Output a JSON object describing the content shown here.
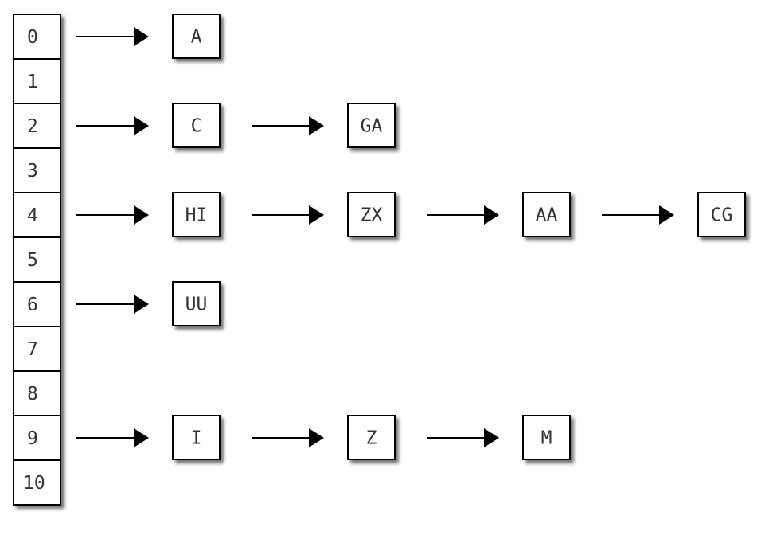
{
  "table": {
    "slots": [
      "0",
      "1",
      "2",
      "3",
      "4",
      "5",
      "6",
      "7",
      "8",
      "9",
      "10"
    ]
  },
  "chains": [
    {
      "slot": 0,
      "nodes": [
        "A"
      ]
    },
    {
      "slot": 2,
      "nodes": [
        "C",
        "GA"
      ]
    },
    {
      "slot": 4,
      "nodes": [
        "HI",
        "ZX",
        "AA",
        "CG"
      ]
    },
    {
      "slot": 6,
      "nodes": [
        "UU"
      ]
    },
    {
      "slot": 9,
      "nodes": [
        "I",
        "Z",
        "M"
      ]
    }
  ],
  "colors": {
    "border": "#000000",
    "fill": "#ffffff",
    "shadow": "#9a9a9a",
    "text": "#333333",
    "arrow": "#000000"
  }
}
